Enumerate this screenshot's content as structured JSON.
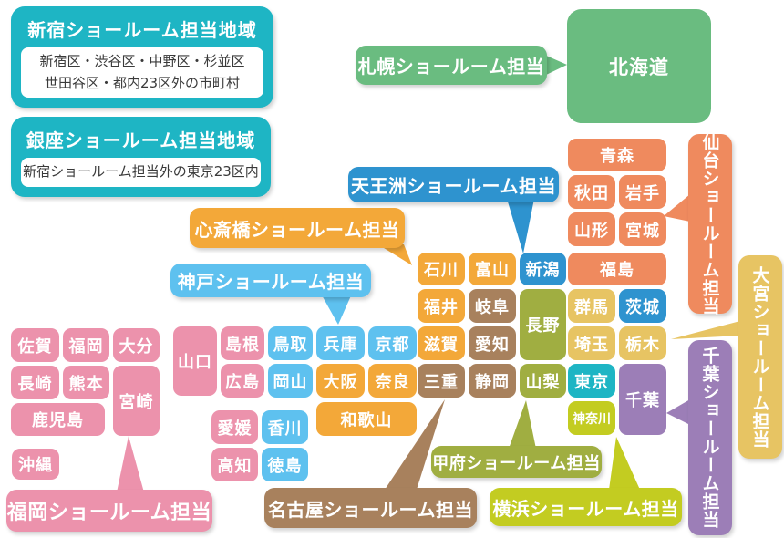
{
  "palette": {
    "shinjuku": "#1eb5c4",
    "sapporo": "#6abc80",
    "sendai": "#ef8a5e",
    "tennozu": "#2e93cf",
    "shinsaibashi": "#f3a839",
    "kobe": "#5ec1ef",
    "fukuoka": "#ec92ac",
    "nagoya": "#a8815d",
    "kofu": "#a0ae41",
    "omiya": "#e7c463",
    "yokohama": "#c3cc21",
    "chiba": "#9c7eb7",
    "legend_body_text": "#3a3a3a"
  },
  "legend": {
    "shinjuku": {
      "title": "新宿ショールーム担当地域",
      "line1": "新宿区・渋谷区・中野区・杉並区",
      "line2": "世田谷区・都内23区外の市町村"
    },
    "ginza": {
      "title": "銀座ショールーム担当地域",
      "body": "新宿ショールーム担当外の東京23区内"
    }
  },
  "labels": {
    "sapporo": "札幌ショールーム担当",
    "sendai": "仙台ショールーム担当",
    "tennozu": "天王洲ショールーム担当",
    "omiya": "大宮ショールーム担当",
    "chiba": "千葉ショールーム担当",
    "shinsaibashi": "心斎橋ショールーム担当",
    "kobe": "神戸ショールーム担当",
    "kofu": "甲府ショールーム担当",
    "yokohama": "横浜ショールーム担当",
    "nagoya": "名古屋ショールーム担当",
    "fukuoka": "福岡ショールーム担当"
  },
  "prefectures": {
    "hokkaido": "北海道",
    "aomori": "青森",
    "akita": "秋田",
    "iwate": "岩手",
    "yamagata": "山形",
    "miyagi": "宮城",
    "fukushima": "福島",
    "niigata": "新潟",
    "ishikawa": "石川",
    "toyama": "富山",
    "fukui": "福井",
    "gifu": "岐阜",
    "nagano": "長野",
    "shiga": "滋賀",
    "aichi": "愛知",
    "mie": "三重",
    "shizuoka": "静岡",
    "yamanashi": "山梨",
    "gunma": "群馬",
    "ibaraki": "茨城",
    "saitama": "埼玉",
    "tochigi": "栃木",
    "tokyo": "東京",
    "kanagawa": "神奈川",
    "chiba": "千葉",
    "yamaguchi": "山口",
    "shimane": "島根",
    "tottori": "鳥取",
    "hyogo": "兵庫",
    "kyoto": "京都",
    "hiroshima": "広島",
    "okayama": "岡山",
    "osaka": "大阪",
    "nara": "奈良",
    "wakayama": "和歌山",
    "ehime": "愛媛",
    "kagawa": "香川",
    "kochi": "高知",
    "tokushima": "徳島",
    "saga": "佐賀",
    "fukuoka_pref": "福岡",
    "oita": "大分",
    "nagasaki": "長崎",
    "kumamoto": "熊本",
    "miyazaki": "宮崎",
    "kagoshima": "鹿児島",
    "okinawa": "沖縄"
  }
}
